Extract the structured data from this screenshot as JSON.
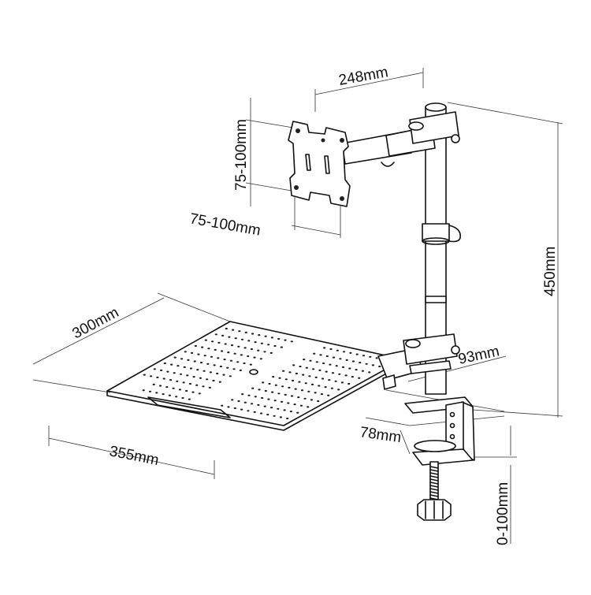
{
  "dimensions": {
    "arm_length": "248mm",
    "vesa_height": "75-100mm",
    "vesa_width": "75-100mm",
    "pole_height": "450mm",
    "tray_depth": "300mm",
    "tray_width": "355mm",
    "arm_offset": "93mm",
    "clamp_depth": "78mm",
    "clamp_range": "0-100mm"
  },
  "colors": {
    "ink": "#111111",
    "background": "#ffffff"
  }
}
